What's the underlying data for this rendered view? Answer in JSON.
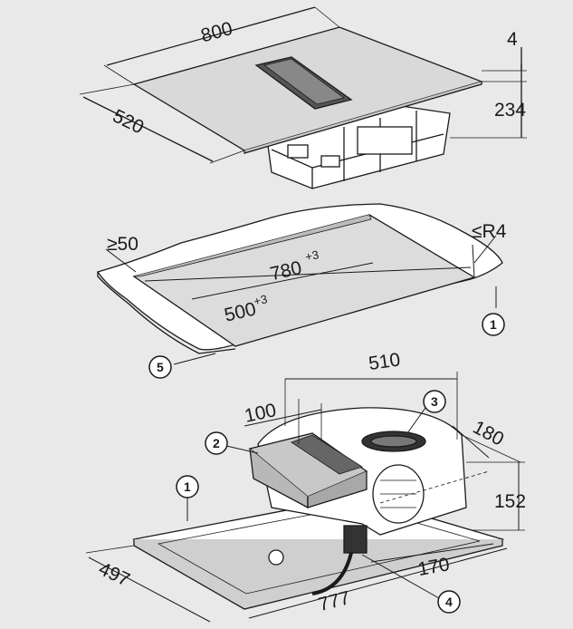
{
  "colors": {
    "background": "#e9e9e9",
    "line": "#1a1a1a",
    "hob_top": "#d9d9d9",
    "surface": "#ffffff",
    "vent": "#555555"
  },
  "top_view": {
    "width": "800",
    "depth": "520",
    "glass_thickness": "4",
    "height": "234"
  },
  "cutout_view": {
    "edge_gap": "≥50",
    "corner_radius": "≤R4",
    "cut_length": "780",
    "cut_length_tol": "+3",
    "cut_width": "500",
    "cut_width_tol": "+3"
  },
  "bottom_view": {
    "width_top": "510",
    "offset": "100",
    "depth_right": "180",
    "height_right": "152",
    "depth_left": "497",
    "width_bottom": "777",
    "offset_bottom": "170"
  },
  "callouts": [
    "1",
    "2",
    "3",
    "4",
    "5"
  ]
}
